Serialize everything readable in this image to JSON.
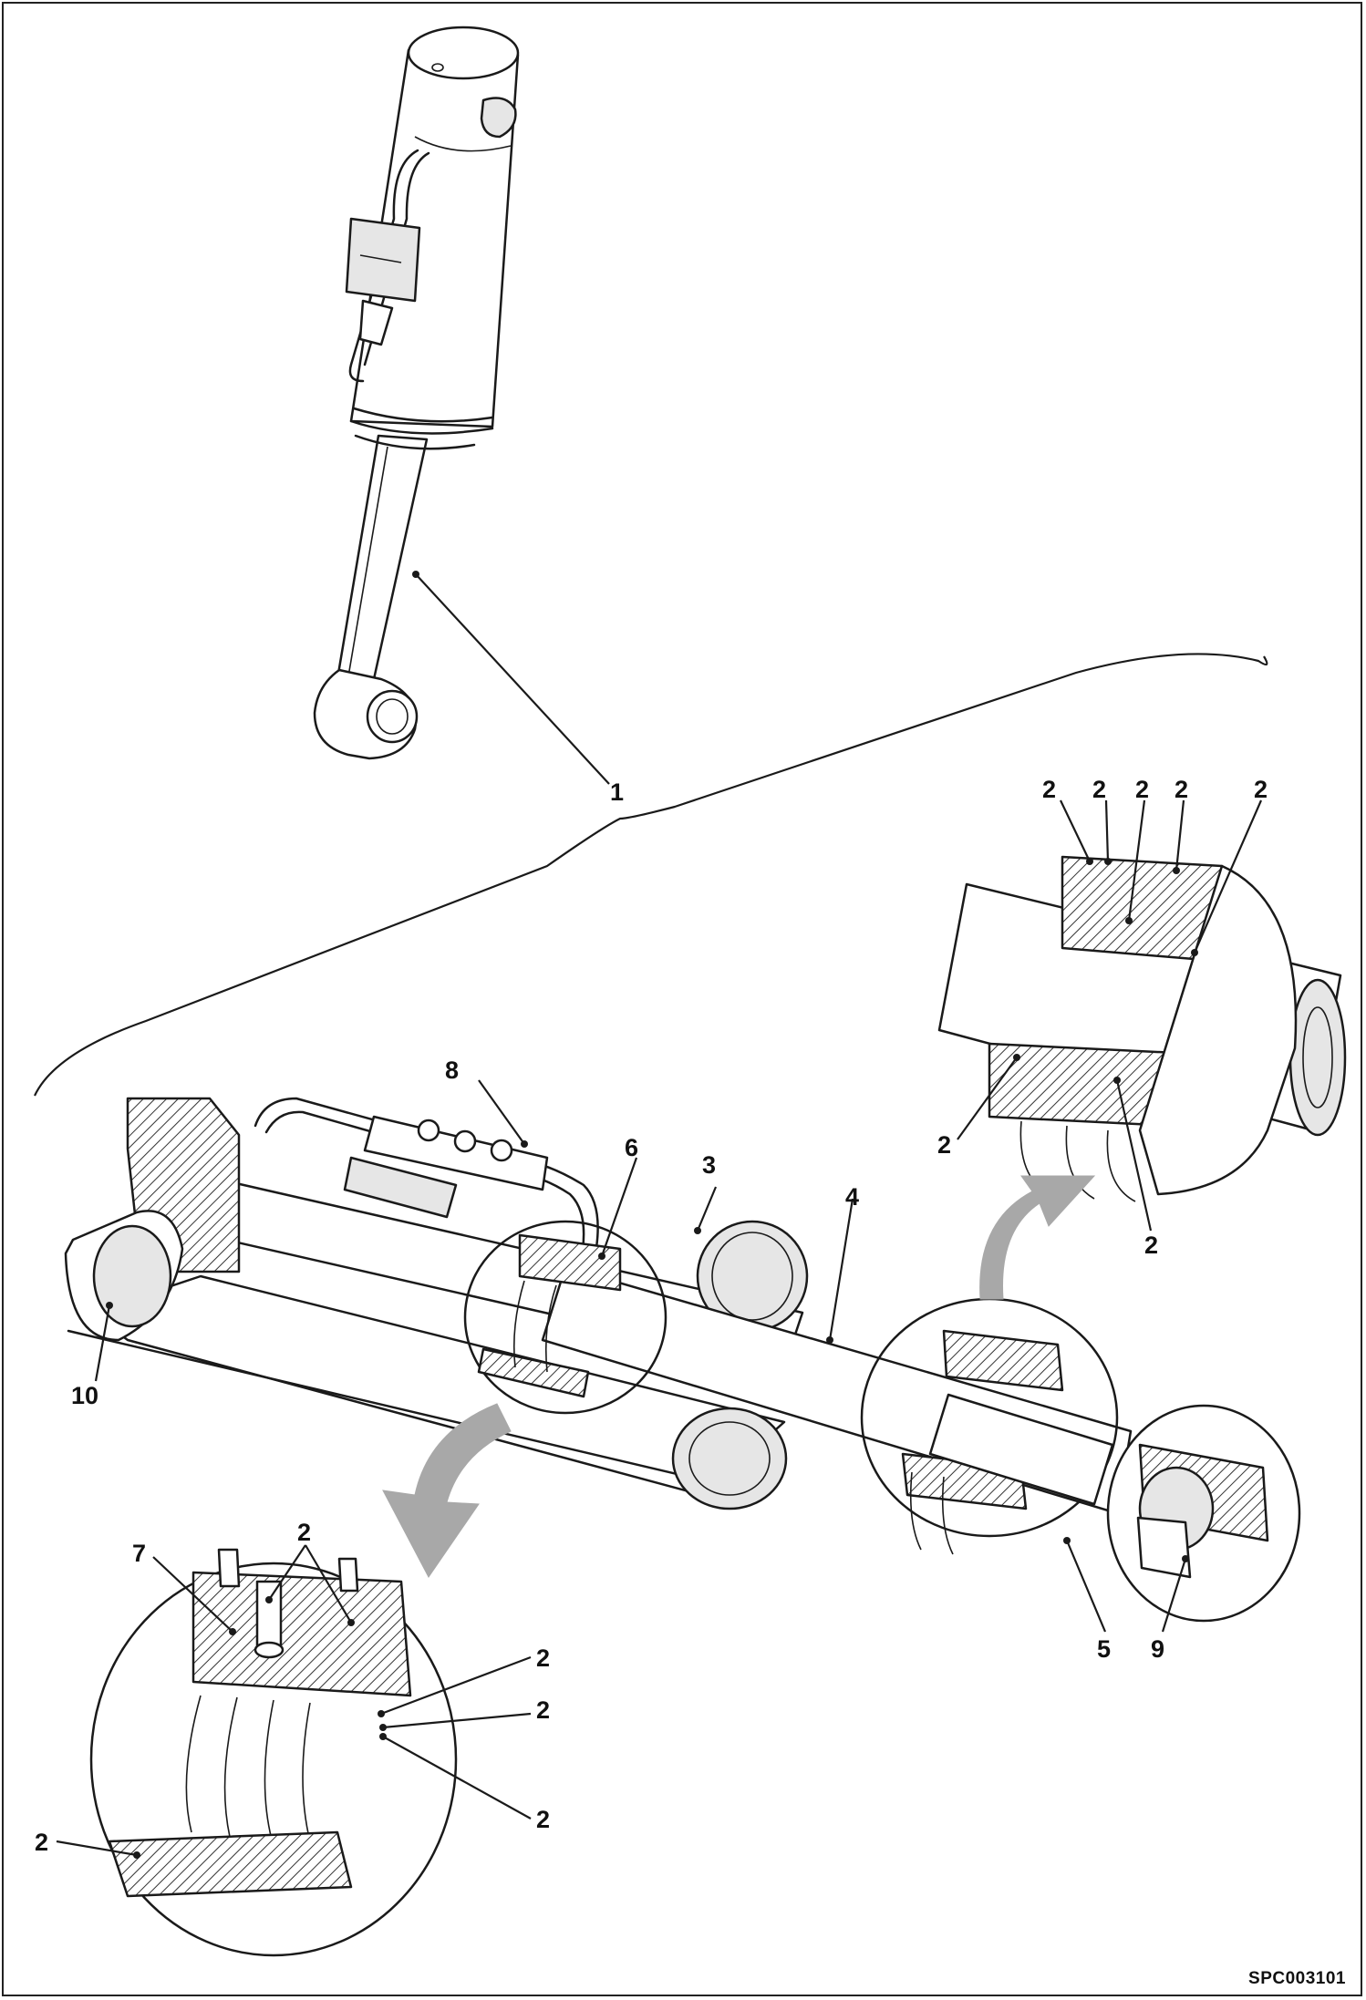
{
  "callouts": {
    "c1": "1",
    "c2": "2",
    "c3": "3",
    "c4": "4",
    "c5": "5",
    "c6": "6",
    "c7": "7",
    "c8": "8",
    "c9": "9",
    "c10": "10"
  },
  "figure_code": "SPC003101",
  "icons": [
    "curved-arrow-down-left",
    "curved-arrow-up-right"
  ],
  "colors": {
    "line": "#1a1a1a",
    "arrow": "#a8a8a8",
    "background": "#ffffff"
  }
}
